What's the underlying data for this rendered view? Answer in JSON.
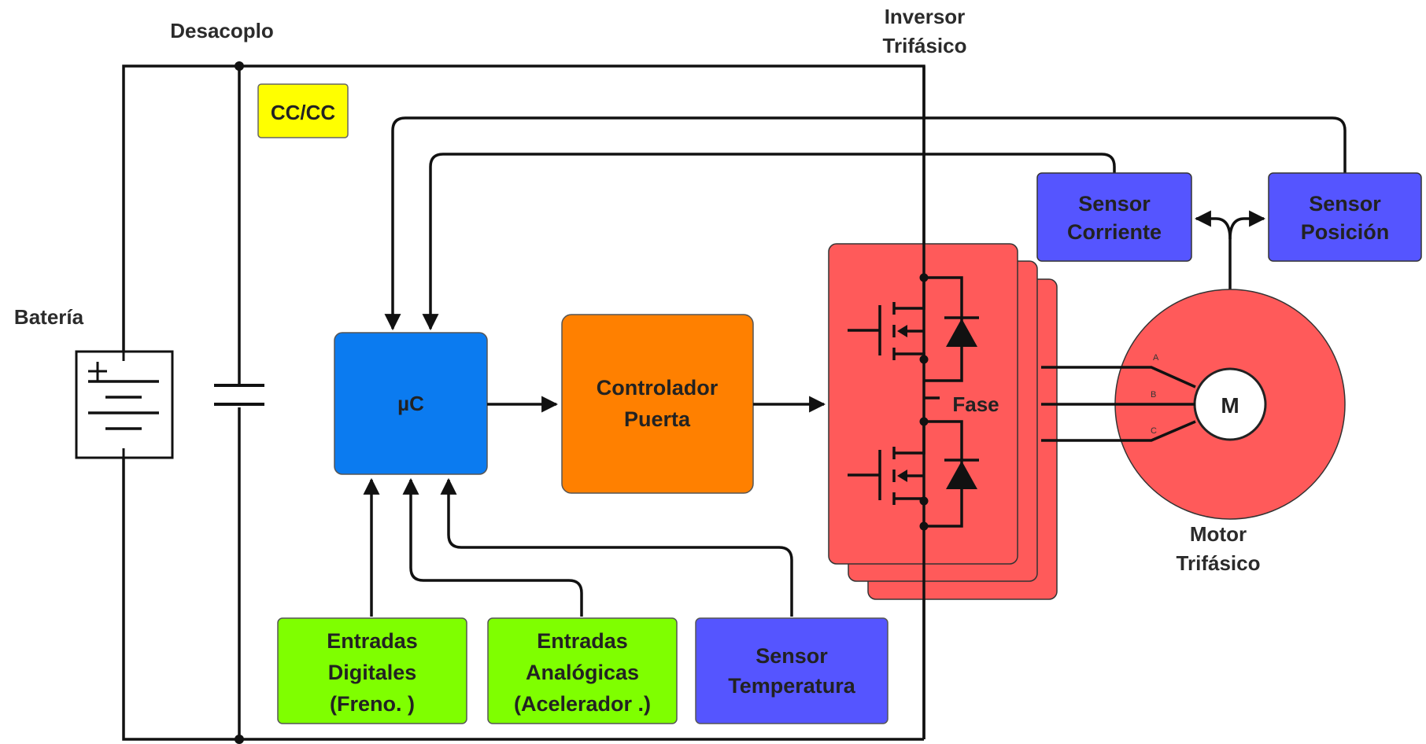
{
  "labels": {
    "desacoplo": "Desacoplo",
    "inversor_line1": "Inversor",
    "inversor_line2": "Trifásico",
    "bateria": "Batería",
    "motor_line1": "Motor",
    "motor_line2": "Trifásico",
    "fase": "Fase"
  },
  "blocks": {
    "cccc": "CC/CC",
    "uc": "µC",
    "controlador_line1": "Controlador",
    "controlador_line2": "Puerta",
    "sensor_corriente_line1": "Sensor",
    "sensor_corriente_line2": "Corriente",
    "sensor_posicion_line1": "Sensor",
    "sensor_posicion_line2": "Posición",
    "entradas_dig_line1": "Entradas",
    "entradas_dig_line2": "Digitales",
    "entradas_dig_line3": "(Freno.  )",
    "entradas_ana_line1": "Entradas",
    "entradas_ana_line2": "Analógicas",
    "entradas_ana_line3": "(Acelerador  .)",
    "sensor_temp_line1": "Sensor",
    "sensor_temp_line2": "Temperatura",
    "motor_center": "M"
  },
  "motor_phases": [
    "A",
    "B",
    "C"
  ],
  "colors": {
    "cccc": "#ffff00",
    "uc": "#0b7bf0",
    "controlador": "#ff8000",
    "sensors": "#5555ff",
    "inputs": "#7fff00",
    "inverter": "#ff5a5a",
    "motor": "#ff5a5a"
  }
}
